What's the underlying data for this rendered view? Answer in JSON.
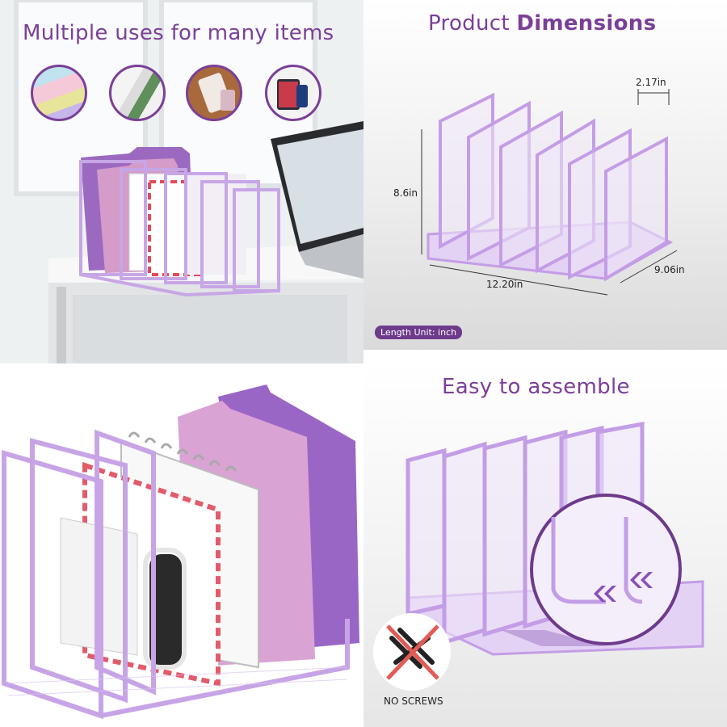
{
  "panel1": {
    "title": "Multiple uses for many items"
  },
  "panel2": {
    "title_regular": "Product ",
    "title_bold": "Dimensions",
    "dim_top": "2.17in",
    "dim_height": "8.6in",
    "dim_width": "12.20in",
    "dim_depth": "9.06in",
    "unit_badge": "Length Unit: inch"
  },
  "panel4": {
    "title": "Easy to assemble",
    "no_screws": "NO SCREWS"
  },
  "colors": {
    "accent": "#7b3f98",
    "lavender": "#c9a6e6",
    "frame": "#b38fd8"
  }
}
